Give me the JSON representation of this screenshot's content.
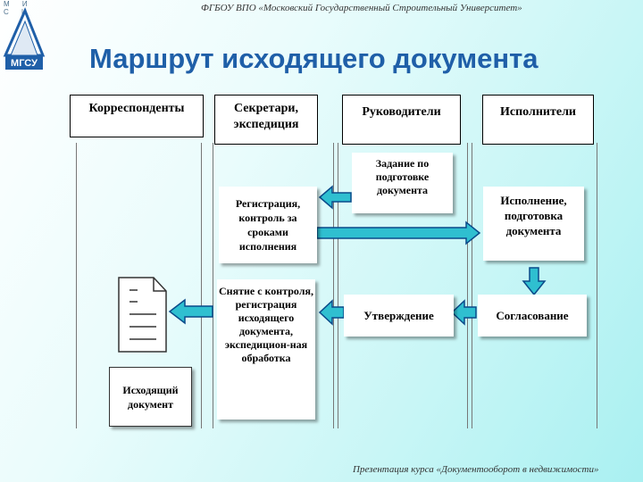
{
  "logo": {
    "letters": "М И С И",
    "badge": "МГСУ"
  },
  "header": {
    "org": "ФГБОУ ВПО «Московский Государственный Строительный Университет»"
  },
  "title": "Маршрут исходящего документа",
  "columns": {
    "correspondents": "Корреспонденты",
    "secretaries": "Секретари, экспедиция",
    "managers": "Руководители",
    "executors": "Исполнители"
  },
  "boxes": {
    "task": "Задание по подготовке документа",
    "registration": "Регистрация, контроль за сроками исполнения",
    "execution": "Исполнение, подготовка документа",
    "approval": "Согласование",
    "sign_off": "Утверждение",
    "removal": "Снятие с контроля, регистрация исходящего документа, экспедицион-ная обработка",
    "outgoing": "Исходящий документ"
  },
  "colors": {
    "title": "#1f5fa8",
    "arrow_fill": "#2fbfd0",
    "arrow_stroke": "#0a4a8a",
    "logo": "#1f5fa8"
  },
  "footer": "Презентация курса «Документооборот в недвижимости»"
}
